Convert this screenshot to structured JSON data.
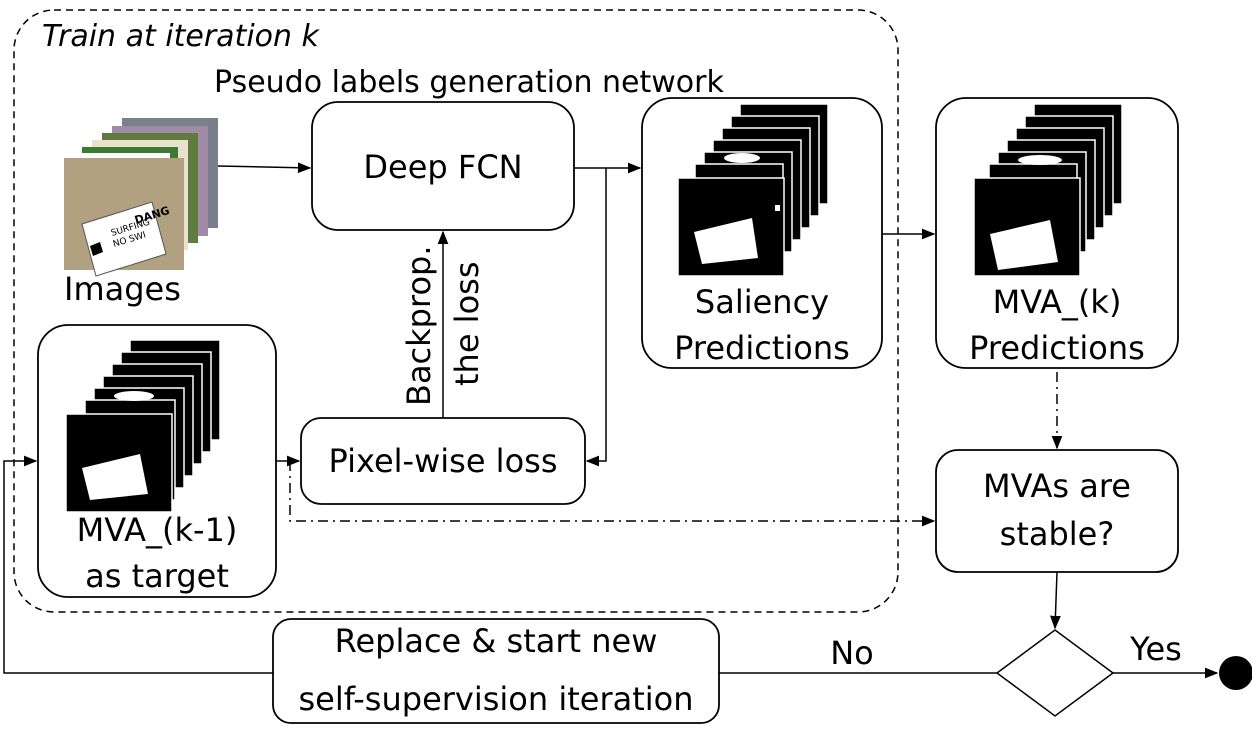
{
  "frame": {
    "title": "Train at iteration k"
  },
  "network": {
    "caption": "Pseudo labels generation network",
    "fcn_label": "Deep FCN"
  },
  "images": {
    "label": "Images",
    "sign_text": [
      "DANG",
      "SURFING",
      "NO SWI"
    ]
  },
  "saliency": {
    "line1": "Saliency",
    "line2": "Predictions"
  },
  "mva_k": {
    "line1": "MVA_(k)",
    "line2": "Predictions"
  },
  "mva_prev": {
    "line1": "MVA_(k-1)",
    "line2": "as target"
  },
  "loss": {
    "label": "Pixel-wise loss"
  },
  "backprop": {
    "line1": "Backprop.",
    "line2": "the loss"
  },
  "stable": {
    "line1": "MVAs are",
    "line2": "stable?"
  },
  "decision": {
    "no_label": "No",
    "yes_label": "Yes"
  },
  "replace": {
    "line1": "Replace & start new",
    "line2": "self-supervision iteration"
  }
}
